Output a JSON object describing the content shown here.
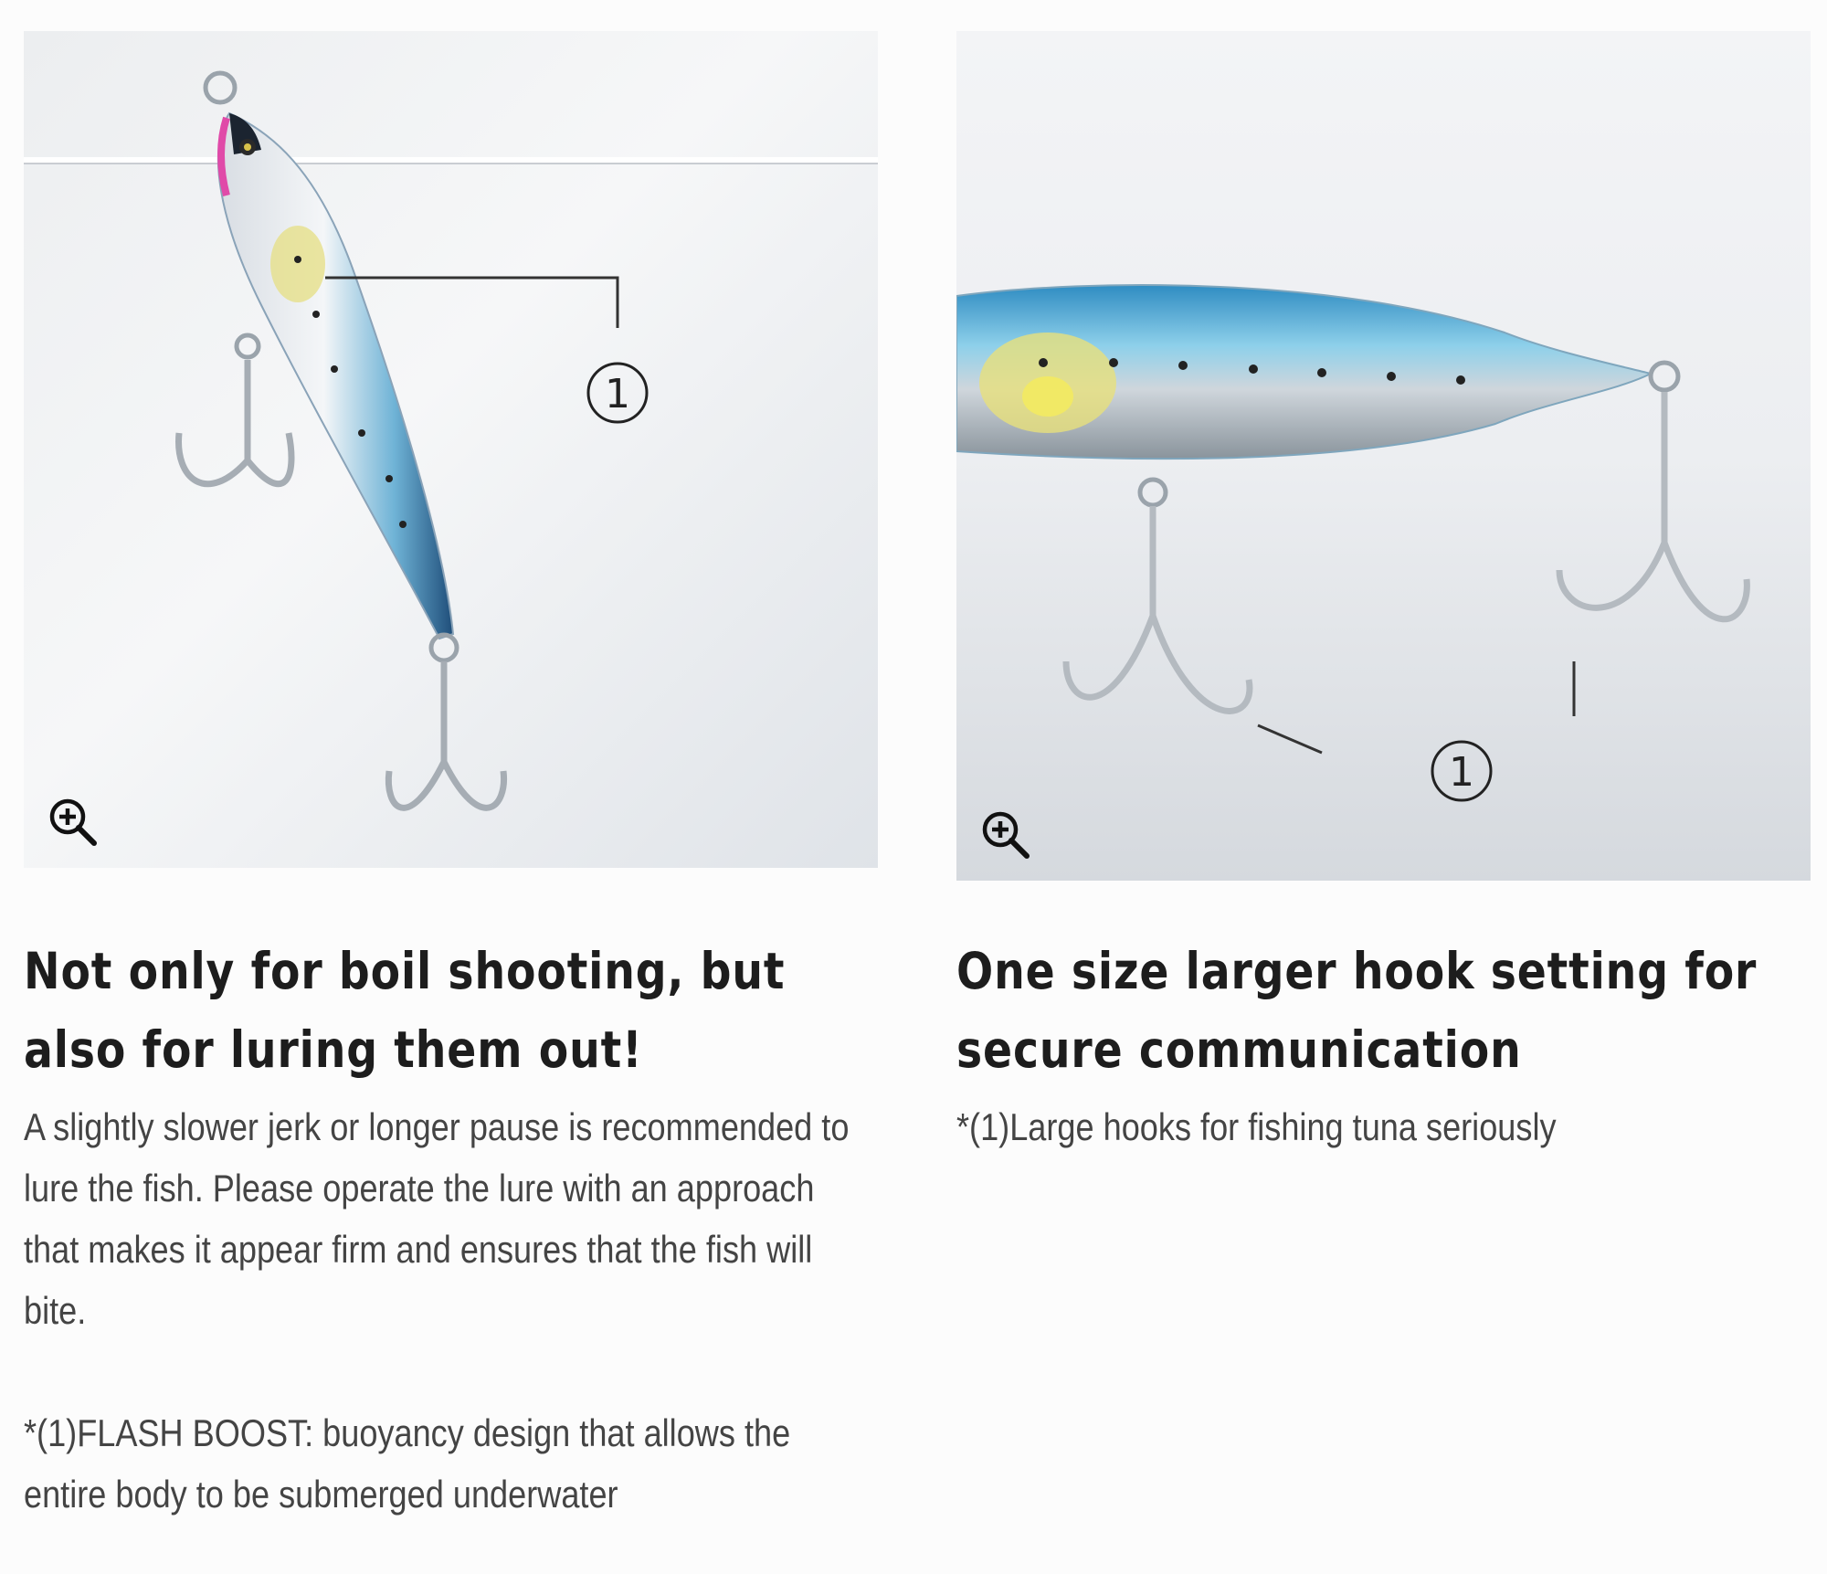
{
  "features": [
    {
      "callout_marker": "1",
      "zoom_icon": "zoom-in-icon",
      "heading": "Not only for boil shooting, but also for luring them out!",
      "paragraphs": [
        "A slightly slower jerk or longer pause is recommended to lure the fish. Please operate the lure with an approach that makes it appear firm and ensures that the fish will bite.",
        "*(1)FLASH BOOST: buoyancy design that allows the entire body to be submerged underwater"
      ]
    },
    {
      "callout_marker": "1",
      "zoom_icon": "zoom-in-icon",
      "heading": "One size larger hook setting for secure communication",
      "paragraphs": [
        "*(1)Large hooks for fishing tuna seriously"
      ]
    }
  ]
}
